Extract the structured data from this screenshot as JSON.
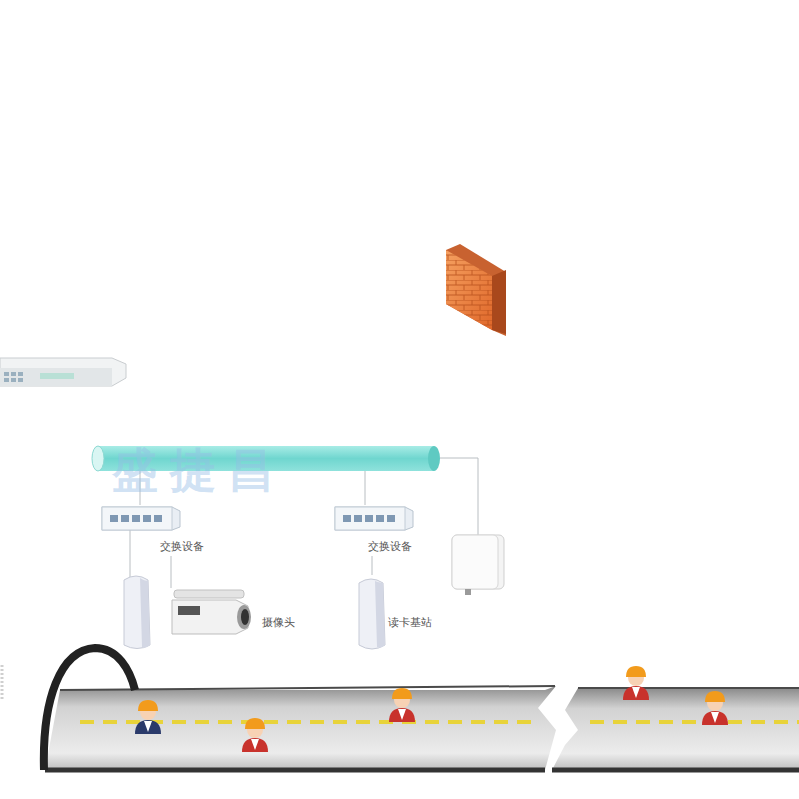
{
  "diagram": {
    "nodes": [
      {
        "text": [
          "交换设备"
        ]
      },
      {
        "text": [
          "摄像头"
        ]
      },
      {
        "text": [
          "交换设备"
        ]
      },
      {
        "text": [
          "读卡基站"
        ]
      }
    ],
    "edges": [
      {
        "from": 0,
        "to": 1,
        "arrow": "none"
      },
      {
        "from": 2,
        "to": 3,
        "arrow": "none"
      }
    ],
    "labels": [
      "盛捷昌"
    ]
  }
}
